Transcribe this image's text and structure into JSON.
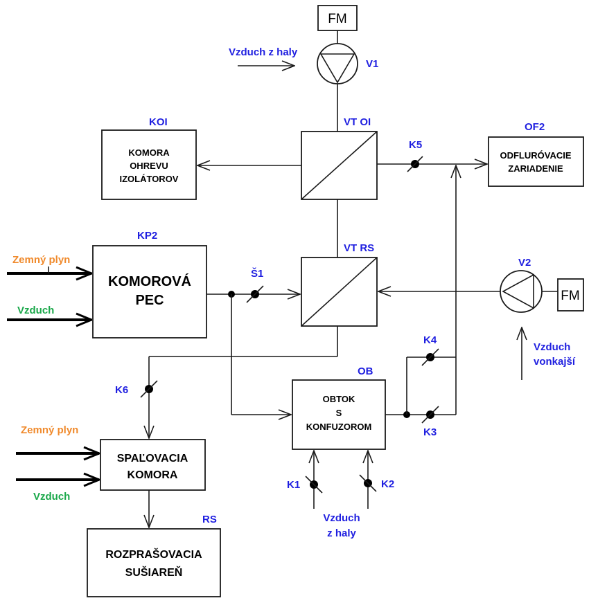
{
  "fm_top": "FM",
  "fm_right": "FM",
  "fan_v1": "V1",
  "fan_v2": "V2",
  "air_hall_top": "Vzduch z haly",
  "koi": {
    "tag": "KOI",
    "line1": "KOMORA",
    "line2": "OHREVU",
    "line3": "IZOLÁTOROV"
  },
  "vt_oi": "VT OI",
  "vt_rs": "VT RS",
  "of2": {
    "tag": "OF2",
    "line1": "ODFLURÓVACIE",
    "line2": "ZARIADENIE"
  },
  "kp2": {
    "tag": "KP2",
    "line1": "KOMOROVÁ",
    "line2": "PEC"
  },
  "inputs_kp2": {
    "gas": "Zemný plyn",
    "air": "Vzduch"
  },
  "valves": {
    "s1": "Š1",
    "k1": "K1",
    "k2": "K2",
    "k3": "K3",
    "k4": "K4",
    "k5": "K5",
    "k6": "K6"
  },
  "air_outside": {
    "line1": "Vzduch",
    "line2": "vonkajší"
  },
  "ob": {
    "tag": "OB",
    "line1": "OBTOK",
    "line2": "S",
    "line3": "KONFUZOROM"
  },
  "spal": {
    "line1": "SPAĽOVACIA",
    "line2": "KOMORA"
  },
  "inputs_spal": {
    "gas": "Zemný plyn",
    "air": "Vzduch"
  },
  "rs": {
    "tag": "RS",
    "line1": "ROZPRAŠOVACIA",
    "line2": "SUŠIAREŇ"
  },
  "air_hall_bottom": {
    "line1": "Vzduch",
    "line2": "z haly"
  },
  "colors": {
    "label_blue": "#1f1fe0",
    "gas_orange": "#f08a2c",
    "air_green": "#1aa84a"
  }
}
